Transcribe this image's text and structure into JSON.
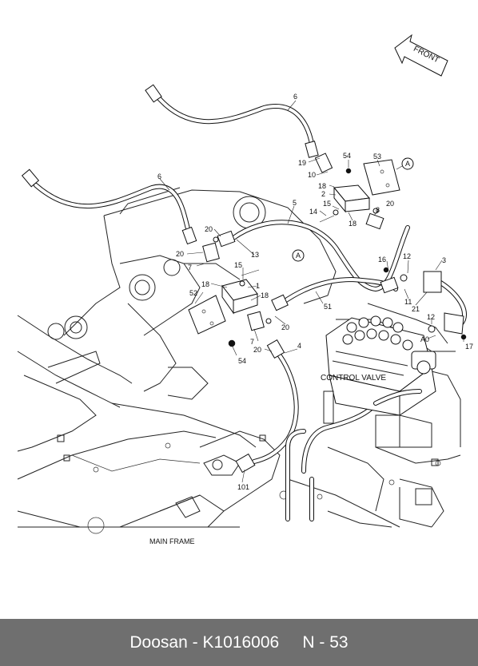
{
  "diagram": {
    "front_label": "FRONT",
    "control_valve_label": "CONTROL VALVE",
    "main_frame_label": "MAIN FRAME",
    "callouts": {
      "n6a": "6",
      "n6b": "6",
      "n19": "19",
      "n54a": "54",
      "n53": "53",
      "nAa": "A",
      "n10": "10",
      "n18a": "18",
      "n2": "2",
      "n5": "5",
      "n20a": "20",
      "n14": "14",
      "n15a": "15",
      "n18b": "18",
      "n8": "8",
      "n20b": "20",
      "n20c": "20",
      "n7a": "7",
      "n15b": "15",
      "n13": "13",
      "nAb": "A",
      "n16": "16",
      "n12a": "12",
      "n3": "3",
      "n18c": "18",
      "n1": "1",
      "n52": "52",
      "n18d": "18",
      "n51": "51",
      "n11": "11",
      "n21": "21",
      "n20d": "20",
      "n12b": "12",
      "nA0": "A0",
      "n17": "17",
      "n7b": "7",
      "n20e": "20",
      "n4": "4",
      "n54b": "54",
      "n101": "101"
    }
  },
  "footer": {
    "brand": "Doosan",
    "separator": " - ",
    "part_number": "K1016006",
    "page_code": "N - 53"
  }
}
